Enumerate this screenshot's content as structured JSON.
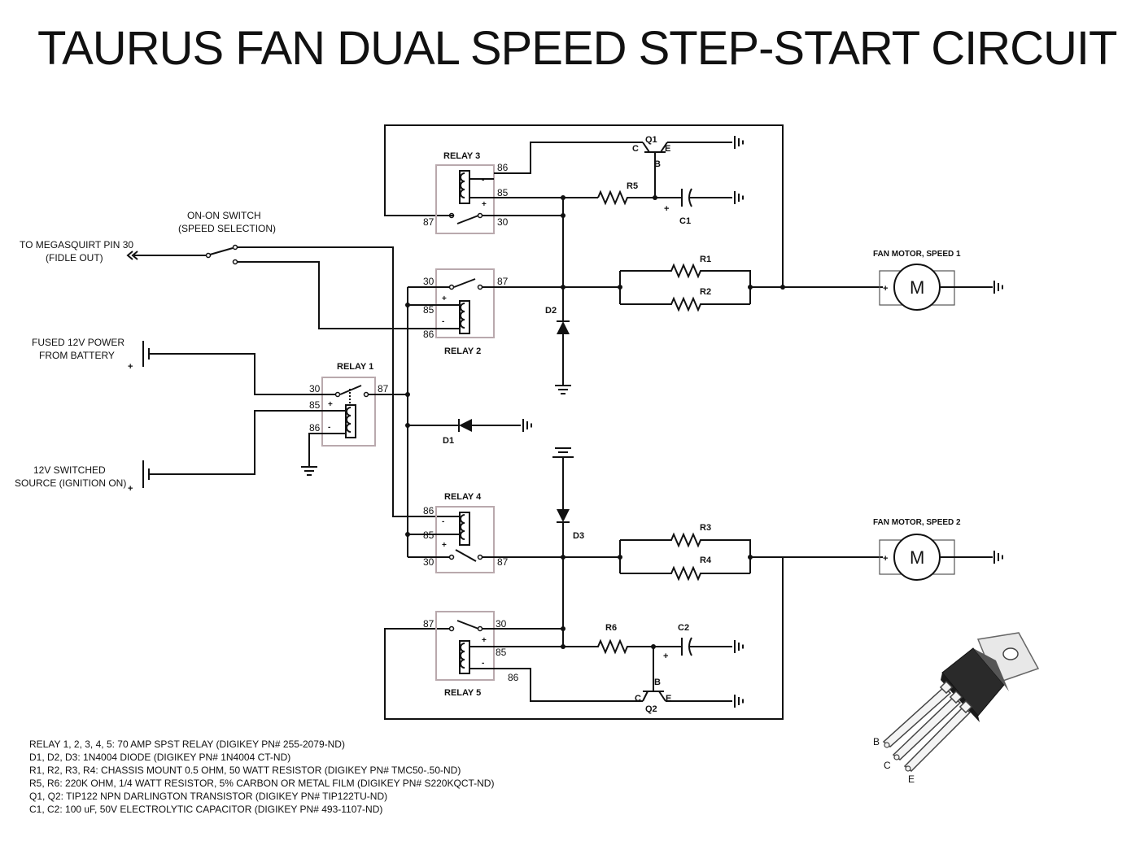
{
  "title": "TAURUS FAN DUAL SPEED STEP-START CIRCUIT",
  "inputs": {
    "megasquirt_line1": "TO MEGASQUIRT PIN 30",
    "megasquirt_line2": "(FIDLE OUT)",
    "switch_line1": "ON-ON SWITCH",
    "switch_line2": "(SPEED SELECTION)",
    "fused_line1": "FUSED 12V POWER",
    "fused_line2": "FROM BATTERY",
    "switched_line1": "12V SWITCHED",
    "switched_line2": "SOURCE (IGNITION ON)"
  },
  "relays": {
    "relay1": "RELAY 1",
    "relay2": "RELAY 2",
    "relay3": "RELAY 3",
    "relay4": "RELAY 4",
    "relay5": "RELAY 5"
  },
  "pins": {
    "p30": "30",
    "p85": "85",
    "p86": "86",
    "p87": "87"
  },
  "components": {
    "r1": "R1",
    "r2": "R2",
    "r3": "R3",
    "r4": "R4",
    "r5": "R5",
    "r6": "R6",
    "c1": "C1",
    "c2": "C2",
    "d1": "D1",
    "d2": "D2",
    "d3": "D3",
    "q1": "Q1",
    "q2": "Q2",
    "pin_b": "B",
    "pin_c": "C",
    "pin_e": "E"
  },
  "motors": {
    "speed1": "FAN MOTOR, SPEED 1",
    "speed2": "FAN MOTOR, SPEED 2",
    "symbol": "M"
  },
  "symbols": {
    "plus": "+",
    "minus": "-"
  },
  "notes": [
    "RELAY 1, 2, 3, 4, 5:  70 AMP SPST RELAY  (DIGIKEY PN#  255-2079-ND)",
    "D1, D2, D3:  1N4004 DIODE  (DIGIKEY PN#  1N4004 CT-ND)",
    "R1, R2, R3, R4:  CHASSIS MOUNT 0.5 OHM, 50 WATT RESISTOR  (DIGIKEY PN#  TMC50-.50-ND)",
    "R5, R6:  220K OHM, 1/4 WATT RESISTOR, 5% CARBON OR METAL FILM  (DIGIKEY PN# S220KQCT-ND)",
    "Q1, Q2:  TIP122 NPN DARLINGTON TRANSISTOR  (DIGIKEY PN#  TIP122TU-ND)",
    "C1, C2:  100 uF, 50V ELECTROLYTIC CAPACITOR  (DIGIKEY PN#  493-1107-ND)"
  ],
  "to220_pins": {
    "b": "B",
    "c": "C",
    "e": "E"
  }
}
